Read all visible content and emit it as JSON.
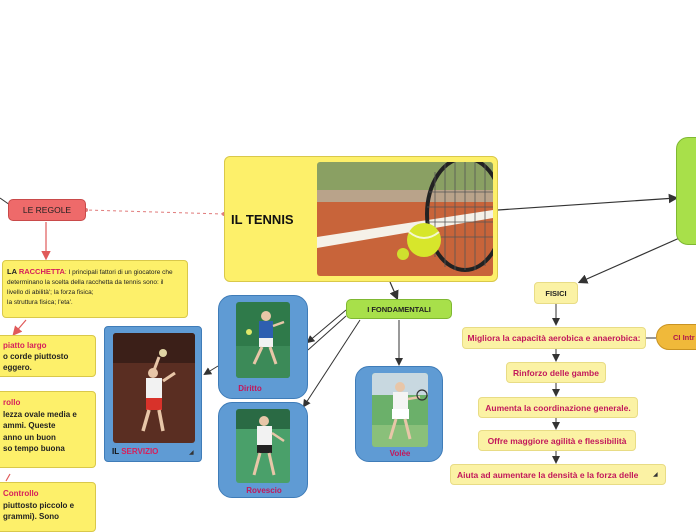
{
  "central": {
    "title": "IL TENNIS"
  },
  "regole": {
    "label": "LE REGOLE"
  },
  "racchetta": {
    "prefix": "LA",
    "highlight": "RACCHETTA",
    "line1": ": I principali fattori di un giocatore che",
    "line2": "determinano la scelta della racchetta da tennis sono: il",
    "line3": "livello di abilità'; la forza fisica;",
    "line4": "la struttura fisica; l'eta'."
  },
  "left_boxes": [
    {
      "title": "piatto largo",
      "lines": [
        "o corde piuttosto",
        "eggero."
      ]
    },
    {
      "title": "rollo",
      "lines": [
        "lezza ovale media e",
        "ammi. Queste",
        "anno un buon",
        "so tempo buona"
      ]
    },
    {
      "title": "Controllo",
      "lines": [
        "piuttosto piccolo e",
        "grammi). Sono"
      ]
    }
  ],
  "servizio": {
    "prefix": "IL",
    "highlight": "SERVIZIO"
  },
  "fondamentali": {
    "label": "I FONDAMENTALI",
    "items": [
      "Diritto",
      "Rovescio",
      "Volèe"
    ]
  },
  "fisici": {
    "label": "FISICI",
    "items": [
      "Migliora la capacità aerobica e anaerobica:",
      "Rinforzo delle gambe",
      "Aumenta la coordinazione generale.",
      "Offre maggiore agilità e flessibilità",
      "Aiuta ad aumentare la densità e la forza delle"
    ]
  },
  "ci_box": {
    "label": "CI Intr"
  },
  "colors": {
    "yellow": "#fdf06a",
    "blue": "#5f9bd4",
    "green": "#a8e04a",
    "red": "#ee6a6a",
    "accent": "#d6205b"
  }
}
